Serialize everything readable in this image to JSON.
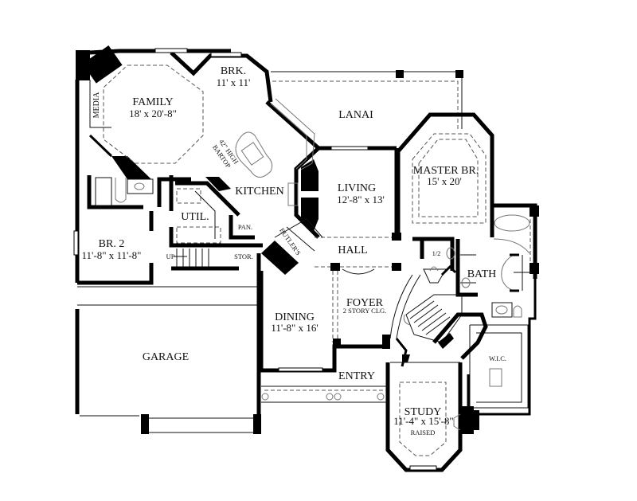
{
  "plan": {
    "type": "floor-plan",
    "rooms": {
      "family": {
        "name": "FAMILY",
        "size": "18' x 20'-8\""
      },
      "breakfast": {
        "name": "BRK.",
        "size": "11' x 11'"
      },
      "media": {
        "name": "MEDIA"
      },
      "bartop": {
        "line1": "42\" HIGH",
        "line2": "BARTOP"
      },
      "kitchen": {
        "name": "KITCHEN"
      },
      "lanai": {
        "name": "LANAI"
      },
      "living": {
        "name": "LIVING",
        "size": "12'-8\" x 13'"
      },
      "master": {
        "name": "MASTER BR.",
        "size": "15' x 20'"
      },
      "util": {
        "name": "UTIL."
      },
      "pantry": {
        "name": "PAN."
      },
      "butlers": {
        "name": "BUTLER'S"
      },
      "storage": {
        "name": "STOR."
      },
      "up": {
        "name": "UP"
      },
      "bedroom2": {
        "name": "BR. 2",
        "size": "11'-8\" x 11'-8\""
      },
      "hall": {
        "name": "HALL"
      },
      "half_bath": {
        "name": "1/2"
      },
      "bath": {
        "name": "BATH"
      },
      "dining": {
        "name": "DINING",
        "size": "11'-8\" x 16'"
      },
      "foyer": {
        "name": "FOYER",
        "note": "2 STORY CLG."
      },
      "garage": {
        "name": "GARAGE"
      },
      "entry": {
        "name": "ENTRY"
      },
      "wic": {
        "name": "W.I.C."
      },
      "study": {
        "name": "STUDY",
        "size": "11'-4\" x 15'-8\"",
        "note": "RAISED"
      }
    }
  }
}
